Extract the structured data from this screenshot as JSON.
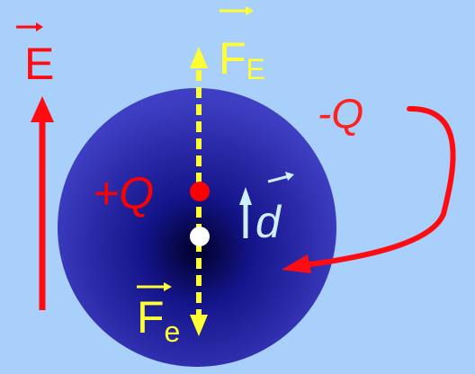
{
  "colors": {
    "background": "#a8d0fa",
    "sphere_edge": "#3f3fc4",
    "sphere_core": "#000028",
    "field": "#ff0c12",
    "force": "#ffff33",
    "dipole": "#cfefff",
    "electron_cloud_label": "#ff2020",
    "positive_charge": "#ff0000",
    "center_point": "#ffffff"
  },
  "labels": {
    "field_symbol": "E",
    "force_E": "F",
    "force_E_subscript": "E",
    "force_e": "F",
    "force_e_subscript": "e",
    "positive_charge": "+Q",
    "negative_charge": "-Q",
    "dipole": "d"
  }
}
